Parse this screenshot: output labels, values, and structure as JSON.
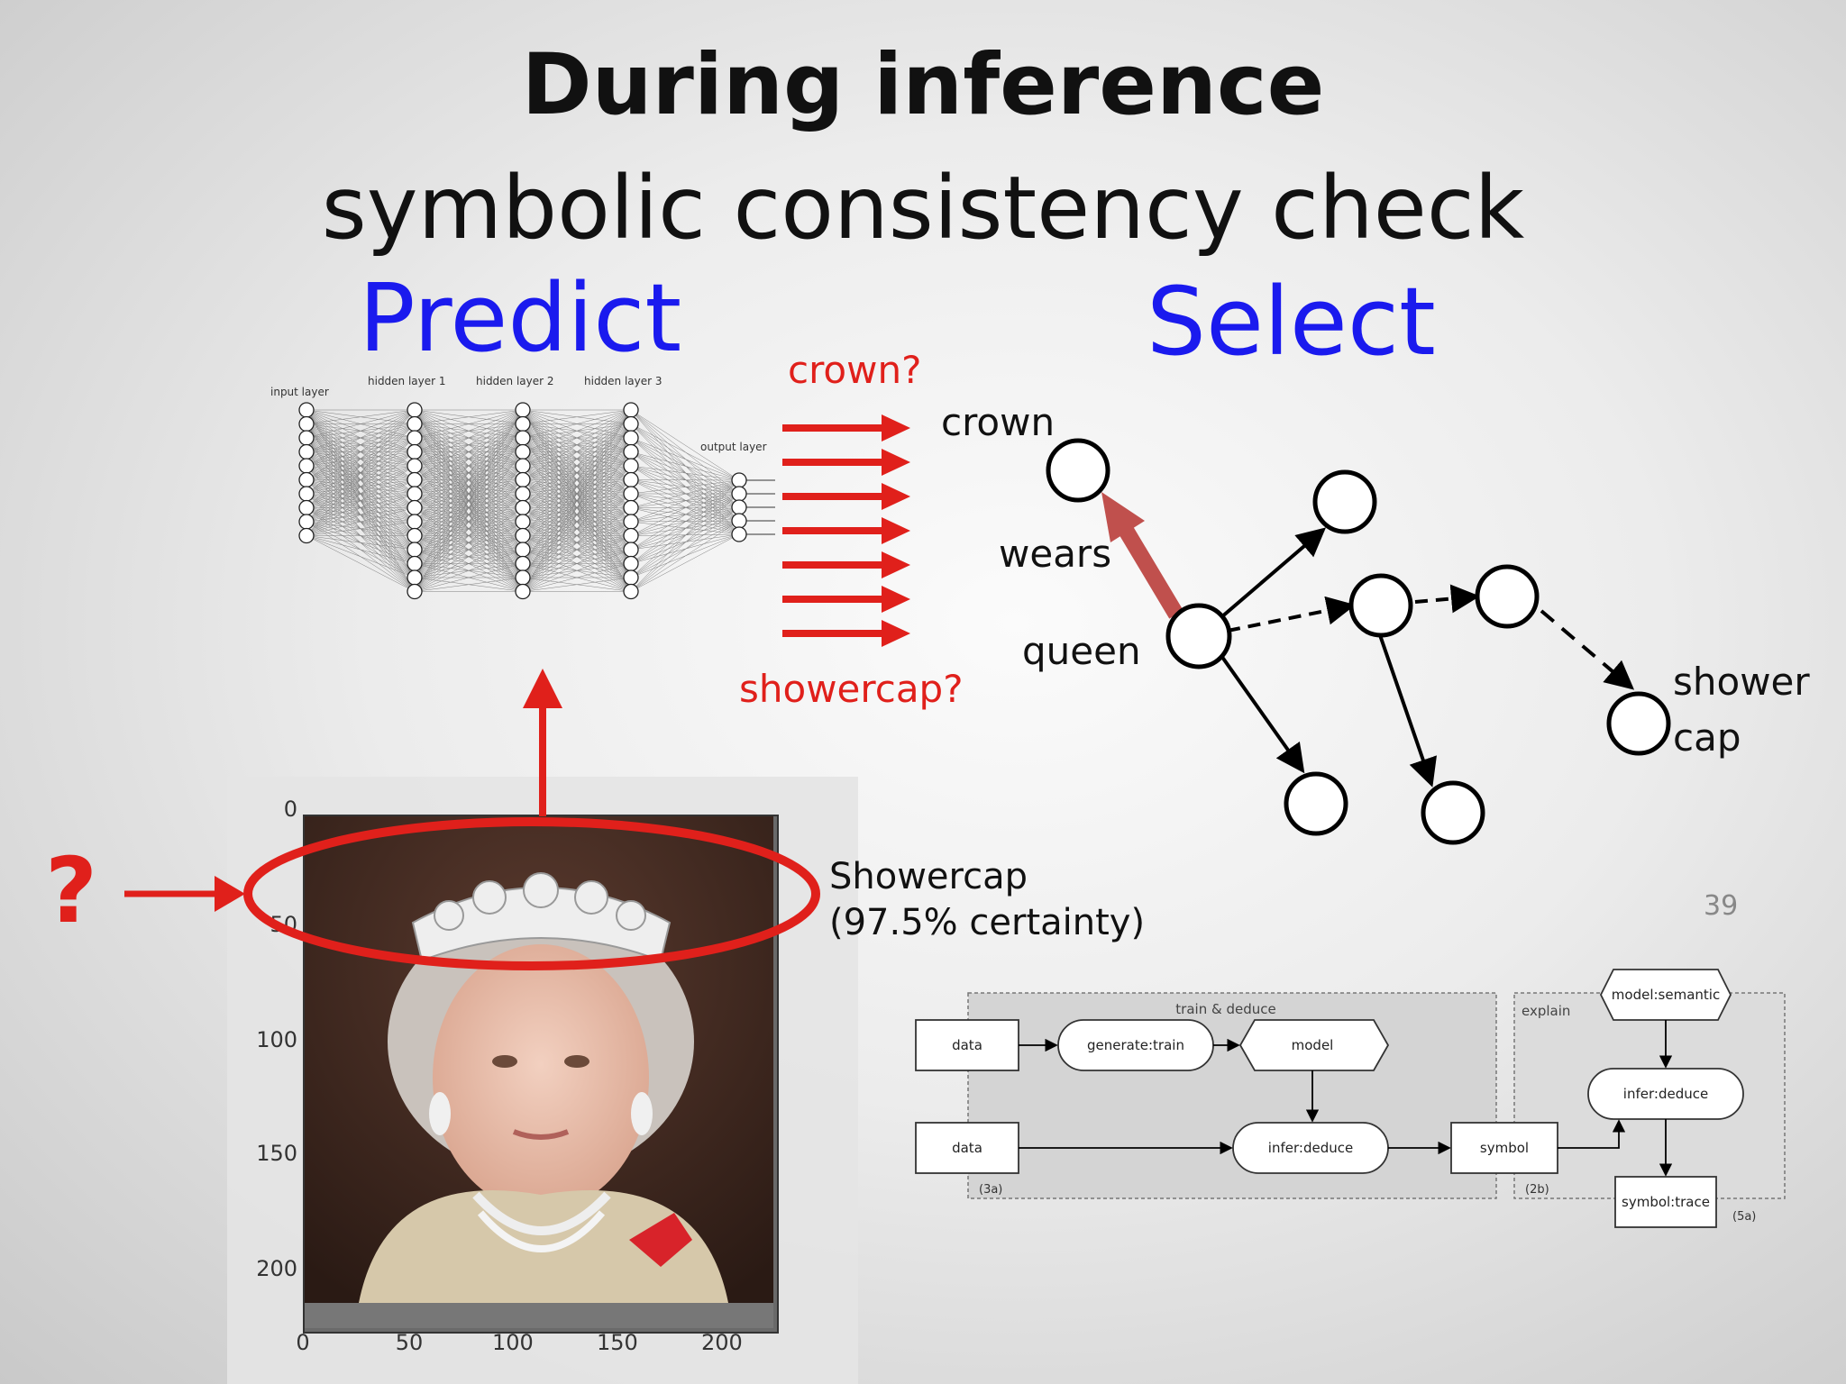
{
  "slide": {
    "title": "During inference",
    "subtitle": "symbolic consistency check",
    "predict_label": "Predict",
    "select_label": "Select",
    "slide_number": "39",
    "colors": {
      "predict_select": "#1a1aee",
      "highlight_red": "#e0201b",
      "graph_arrow": "#c0504d"
    }
  },
  "neural_net": {
    "layer_labels": [
      "input layer",
      "hidden layer 1",
      "hidden layer 2",
      "hidden layer 3",
      "output layer"
    ]
  },
  "predictions": {
    "top": "crown?",
    "bottom": "showercap?"
  },
  "graph": {
    "nodes": {
      "crown": "crown",
      "wears": "wears",
      "queen": "queen",
      "shower_line1": "shower",
      "shower_line2": "cap"
    }
  },
  "photo_plot": {
    "question_mark": "?",
    "y_ticks": [
      "0",
      "50",
      "100",
      "150",
      "200"
    ],
    "x_ticks": [
      "0",
      "50",
      "100",
      "150",
      "200"
    ],
    "result_line1": "Showercap",
    "result_line2": "(97.5% certainty)"
  },
  "flow": {
    "train_label": "train & deduce",
    "explain_label": "explain",
    "data_top": "data",
    "generate": "generate:train",
    "model": "model",
    "data_bottom": "data",
    "infer_bottom": "infer:deduce",
    "symbol": "symbol",
    "model_semantic": "model:semantic",
    "infer_right": "infer:deduce",
    "symbol_trace": "symbol:trace",
    "tag_3a": "(3a)",
    "tag_2b": "(2b)",
    "tag_5a": "(5a)"
  }
}
